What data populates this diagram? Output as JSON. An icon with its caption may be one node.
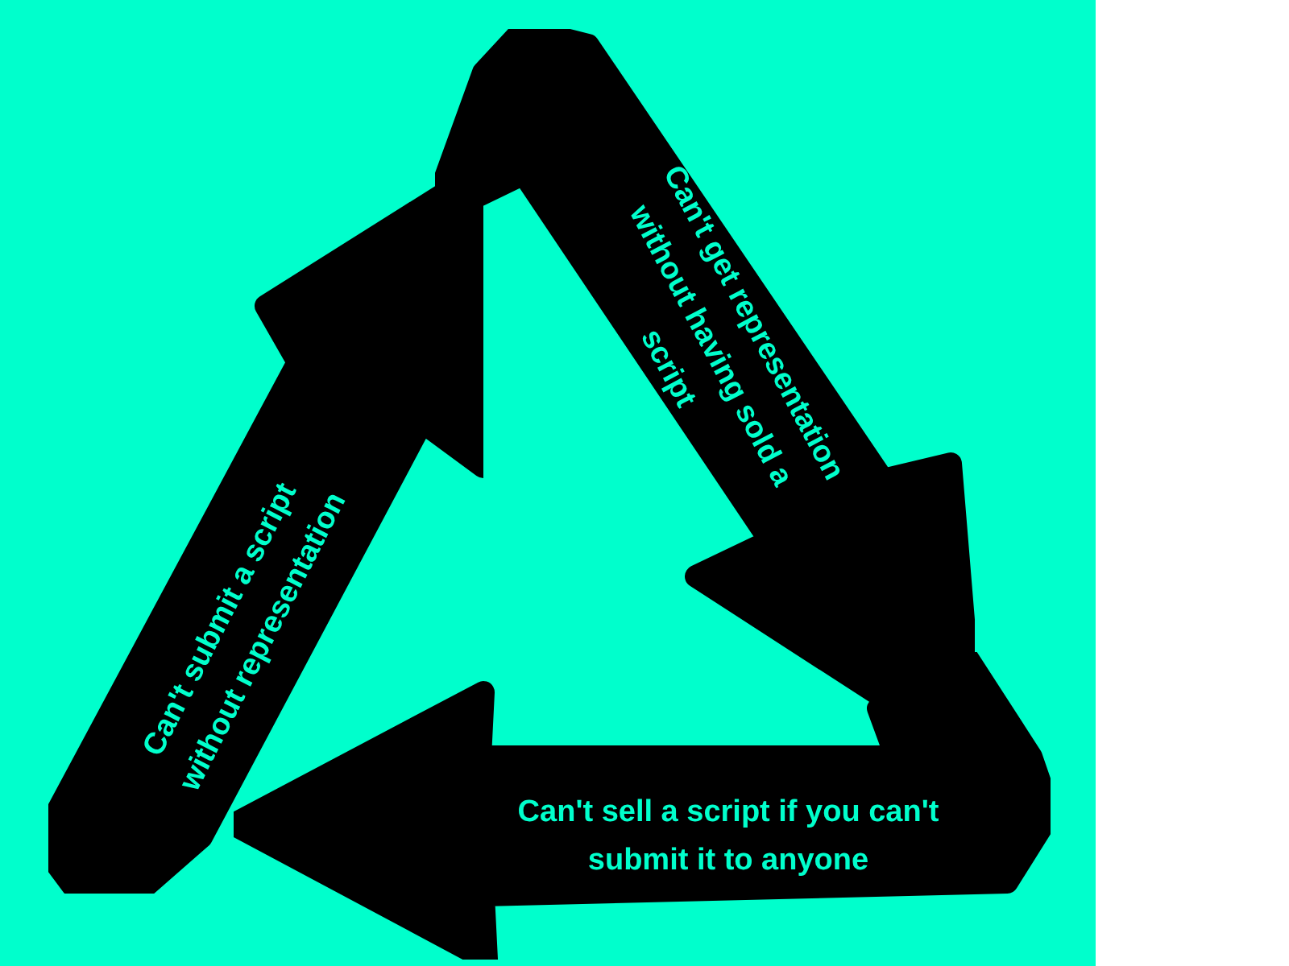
{
  "diagram": {
    "nodes": [
      {
        "text": [
          "Can't submit a script without representation"
        ]
      },
      {
        "text": [
          "Can't get representation without having sold a script"
        ]
      },
      {
        "text": [
          "Can't sell a script if you can't submit it to anyone"
        ]
      }
    ]
  }
}
